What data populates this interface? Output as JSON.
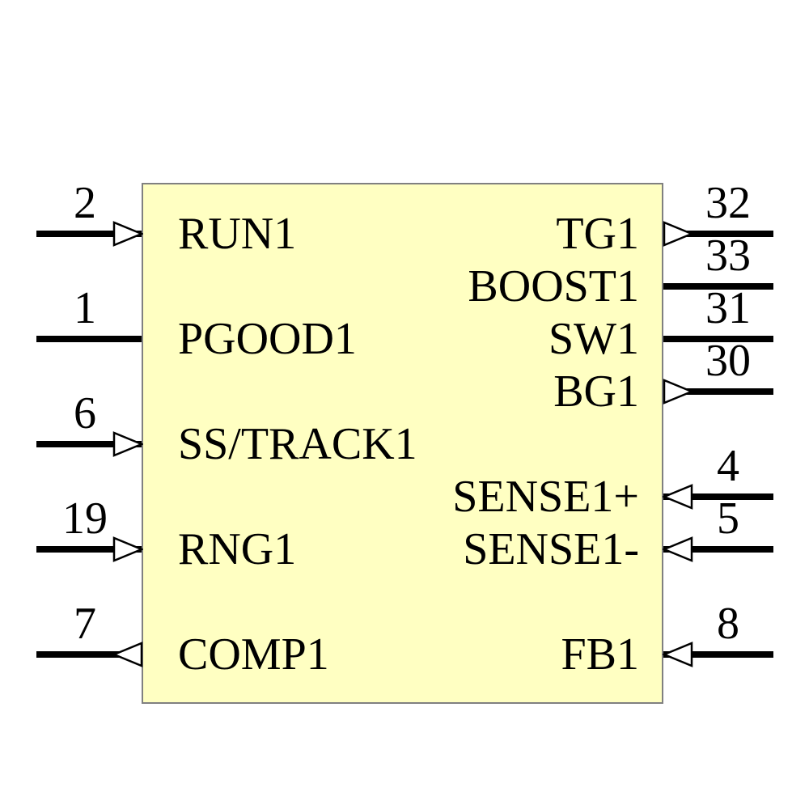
{
  "component": {
    "body_fill": "#FFFFC2",
    "body_border": "#808080",
    "line_color": "#000000",
    "left_pins": [
      {
        "number": "2",
        "label": "RUN1",
        "row": 0,
        "arrow": "in"
      },
      {
        "number": "1",
        "label": "PGOOD1",
        "row": 2,
        "arrow": "none"
      },
      {
        "number": "6",
        "label": "SS/TRACK1",
        "row": 4,
        "arrow": "in"
      },
      {
        "number": "19",
        "label": "RNG1",
        "row": 6,
        "arrow": "in"
      },
      {
        "number": "7",
        "label": "COMP1",
        "row": 8,
        "arrow": "out"
      }
    ],
    "right_pins": [
      {
        "number": "32",
        "label": "TG1",
        "row": 0,
        "arrow": "out"
      },
      {
        "number": "33",
        "label": "BOOST1",
        "row": 1,
        "arrow": "none"
      },
      {
        "number": "31",
        "label": "SW1",
        "row": 2,
        "arrow": "none"
      },
      {
        "number": "30",
        "label": "BG1",
        "row": 3,
        "arrow": "out"
      },
      {
        "number": "4",
        "label": "SENSE1+",
        "row": 5,
        "arrow": "in"
      },
      {
        "number": "5",
        "label": "SENSE1-",
        "row": 6,
        "arrow": "in"
      },
      {
        "number": "8",
        "label": "FB1",
        "row": 8,
        "arrow": "in"
      }
    ]
  }
}
